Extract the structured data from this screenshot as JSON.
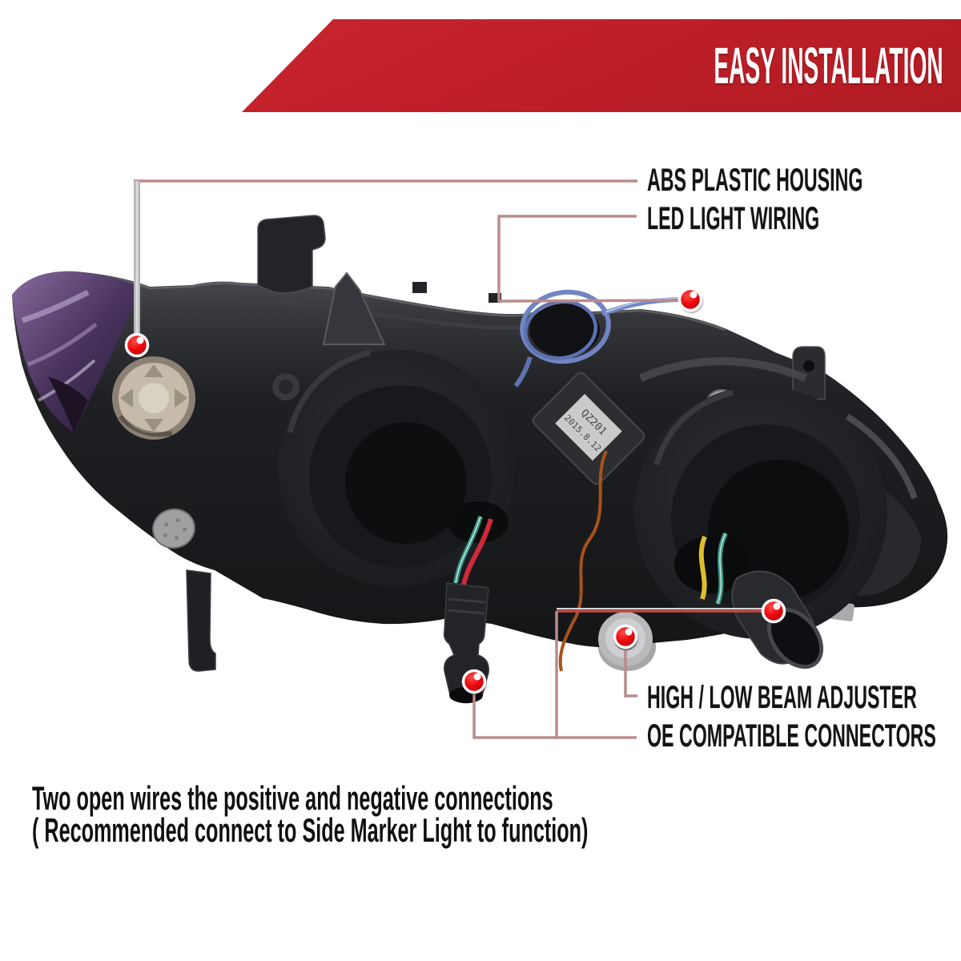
{
  "banner": {
    "label": "EASY INSTALLATION",
    "bg_color": "#c2202a",
    "text_color": "#ffffff"
  },
  "callouts": {
    "abs_plastic_housing": {
      "label": "ABS PLASTIC HOUSING"
    },
    "led_light_wiring": {
      "label": "LED LIGHT WIRING"
    },
    "high_low_beam_adjuster": {
      "label": "HIGH / LOW BEAM ADJUSTER"
    },
    "oe_compatible_connectors": {
      "label": "OE COMPATIBLE CONNECTORS"
    }
  },
  "footnote": {
    "line1": "Two open wires the positive and negative connections",
    "line2": "( Recommended connect to Side Marker Light to function)"
  },
  "product_label": {
    "line1": "QZ201",
    "line2": "2015.8.12"
  },
  "colors": {
    "banner_red": "#c2202a",
    "marker_dot_red": "#ee0a0e",
    "leader_line_rose": "#ba8c8e",
    "leader_line_gray": "#b3b3b5",
    "label_text": "#141414"
  }
}
